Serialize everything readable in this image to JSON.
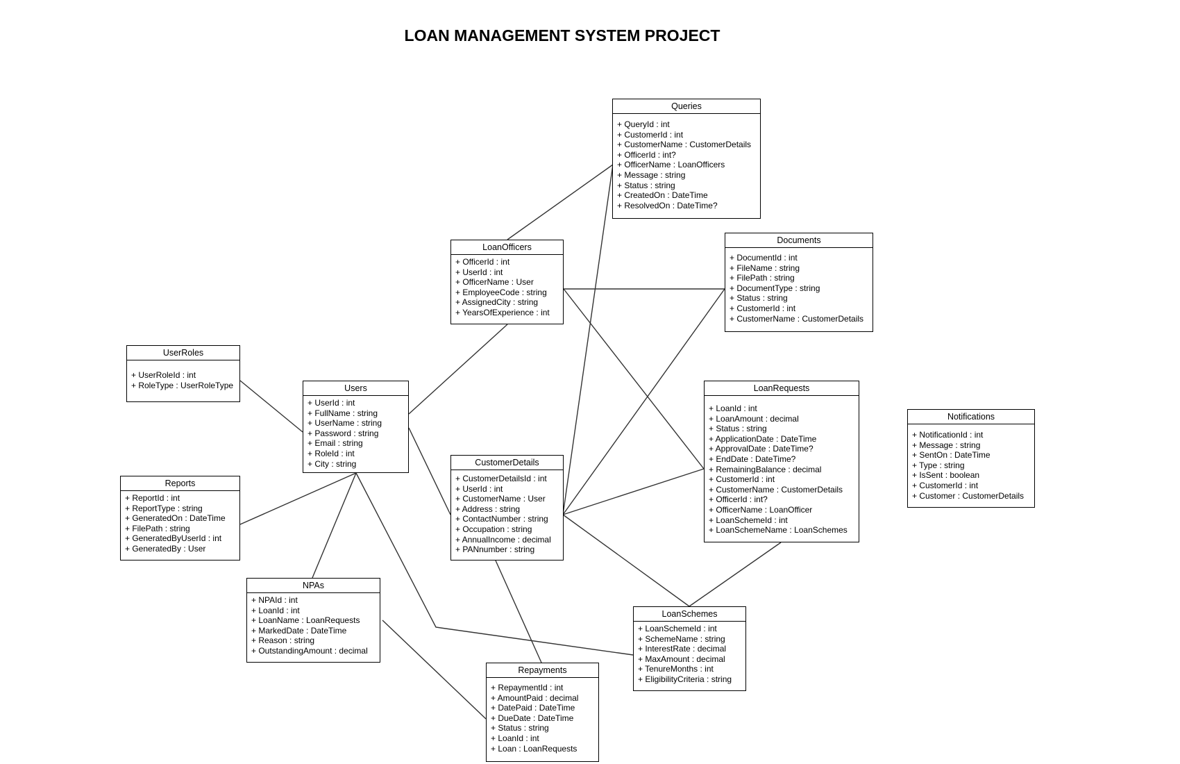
{
  "title": "LOAN MANAGEMENT SYSTEM PROJECT",
  "classes": {
    "queries": {
      "name": "Queries",
      "attributes": [
        "+ QueryId : int",
        "+ CustomerId : int",
        "+ CustomerName : CustomerDetails",
        "+ OfficerId : int?",
        "+ OfficerName : LoanOfficers",
        "+ Message : string",
        "+ Status : string",
        "+ CreatedOn : DateTime",
        "+ ResolvedOn : DateTime?"
      ]
    },
    "loanofficers": {
      "name": "LoanOfficers",
      "attributes": [
        "+ OfficerId : int",
        "+ UserId : int",
        "+ OfficerName : User",
        "+ EmployeeCode : string",
        "+ AssignedCity : string",
        "+ YearsOfExperience : int"
      ]
    },
    "documents": {
      "name": "Documents",
      "attributes": [
        "+ DocumentId : int",
        "+ FileName : string",
        "+ FilePath : string",
        "+ DocumentType : string",
        "+ Status : string",
        "+ CustomerId : int",
        "+ CustomerName : CustomerDetails"
      ]
    },
    "userroles": {
      "name": "UserRoles",
      "attributes": [
        "+ UserRoleId : int",
        "+ RoleType : UserRoleType"
      ]
    },
    "users": {
      "name": "Users",
      "attributes": [
        "+  UserId : int",
        "+  FullName : string",
        "+  UserName : string",
        "+  Password : string",
        "+  Email : string",
        "+  RoleId : int",
        "+  City : string"
      ]
    },
    "loanrequests": {
      "name": "LoanRequests",
      "attributes": [
        "+ LoanId : int",
        "+ LoanAmount : decimal",
        "+ Status : string",
        "+ ApplicationDate : DateTime",
        "+ ApprovalDate : DateTime?",
        "+ EndDate : DateTime?",
        "+ RemainingBalance : decimal",
        "+ CustomerId : int",
        "+ CustomerName : CustomerDetails",
        "+ OfficerId : int?",
        "+ OfficerName : LoanOfficer",
        "+ LoanSchemeId : int",
        "+ LoanSchemeName : LoanSchemes"
      ]
    },
    "notifications": {
      "name": "Notifications",
      "attributes": [
        "+ NotificationId : int",
        "+ Message : string",
        "+ SentOn : DateTime",
        "+ Type : string",
        "+ IsSent : boolean",
        "+ CustomerId : int",
        "+ Customer : CustomerDetails"
      ]
    },
    "customerdetails": {
      "name": "CustomerDetails",
      "attributes": [
        "+ CustomerDetailsId : int",
        "+ UserId : int",
        "+ CustomerName : User",
        "+ Address : string",
        "+ ContactNumber : string",
        "+ Occupation : string",
        "+ AnnualIncome : decimal",
        "+ PANnumber : string"
      ]
    },
    "reports": {
      "name": "Reports",
      "attributes": [
        "+ ReportId : int",
        "+ ReportType : string",
        "+ GeneratedOn : DateTime",
        "+ FilePath : string",
        "+ GeneratedByUserId : int",
        "+ GeneratedBy : User"
      ]
    },
    "npas": {
      "name": "NPAs",
      "attributes": [
        "+ NPAId : int",
        "+ LoanId : int",
        "+ LoanName : LoanRequests",
        "+ MarkedDate : DateTime",
        "+ Reason : string",
        "+ OutstandingAmount : decimal"
      ]
    },
    "loanschemes": {
      "name": "LoanSchemes",
      "attributes": [
        "+ LoanSchemeId : int",
        "+ SchemeName : string",
        "+ InterestRate : decimal",
        "+ MaxAmount : decimal",
        "+ TenureMonths : int",
        "+ EligibilityCriteria : string"
      ]
    },
    "repayments": {
      "name": "Repayments",
      "attributes": [
        "+ RepaymentId : int",
        "+ AmountPaid : decimal",
        "+ DatePaid : DateTime",
        "+ DueDate : DateTime",
        "+ Status : string",
        "+ LoanId : int",
        "+ Loan : LoanRequests"
      ]
    }
  },
  "connections": [
    {
      "from": "LoanOfficers",
      "to": "Queries"
    },
    {
      "from": "CustomerDetails",
      "to": "Queries"
    },
    {
      "from": "LoanOfficers",
      "to": "Documents"
    },
    {
      "from": "LoanOfficers",
      "to": "LoanRequests"
    },
    {
      "from": "CustomerDetails",
      "to": "Documents"
    },
    {
      "from": "CustomerDetails",
      "to": "LoanRequests"
    },
    {
      "from": "CustomerDetails",
      "to": "LoanSchemes"
    },
    {
      "from": "LoanRequests",
      "to": "LoanSchemes"
    },
    {
      "from": "Users",
      "to": "LoanOfficers"
    },
    {
      "from": "Users",
      "to": "UserRoles"
    },
    {
      "from": "Users",
      "to": "CustomerDetails"
    },
    {
      "from": "Users",
      "to": "Reports"
    },
    {
      "from": "Users",
      "to": "NPAs"
    },
    {
      "from": "Users",
      "to": "LoanSchemes"
    },
    {
      "from": "CustomerDetails",
      "to": "Repayments"
    },
    {
      "from": "NPAs",
      "to": "Repayments"
    }
  ]
}
